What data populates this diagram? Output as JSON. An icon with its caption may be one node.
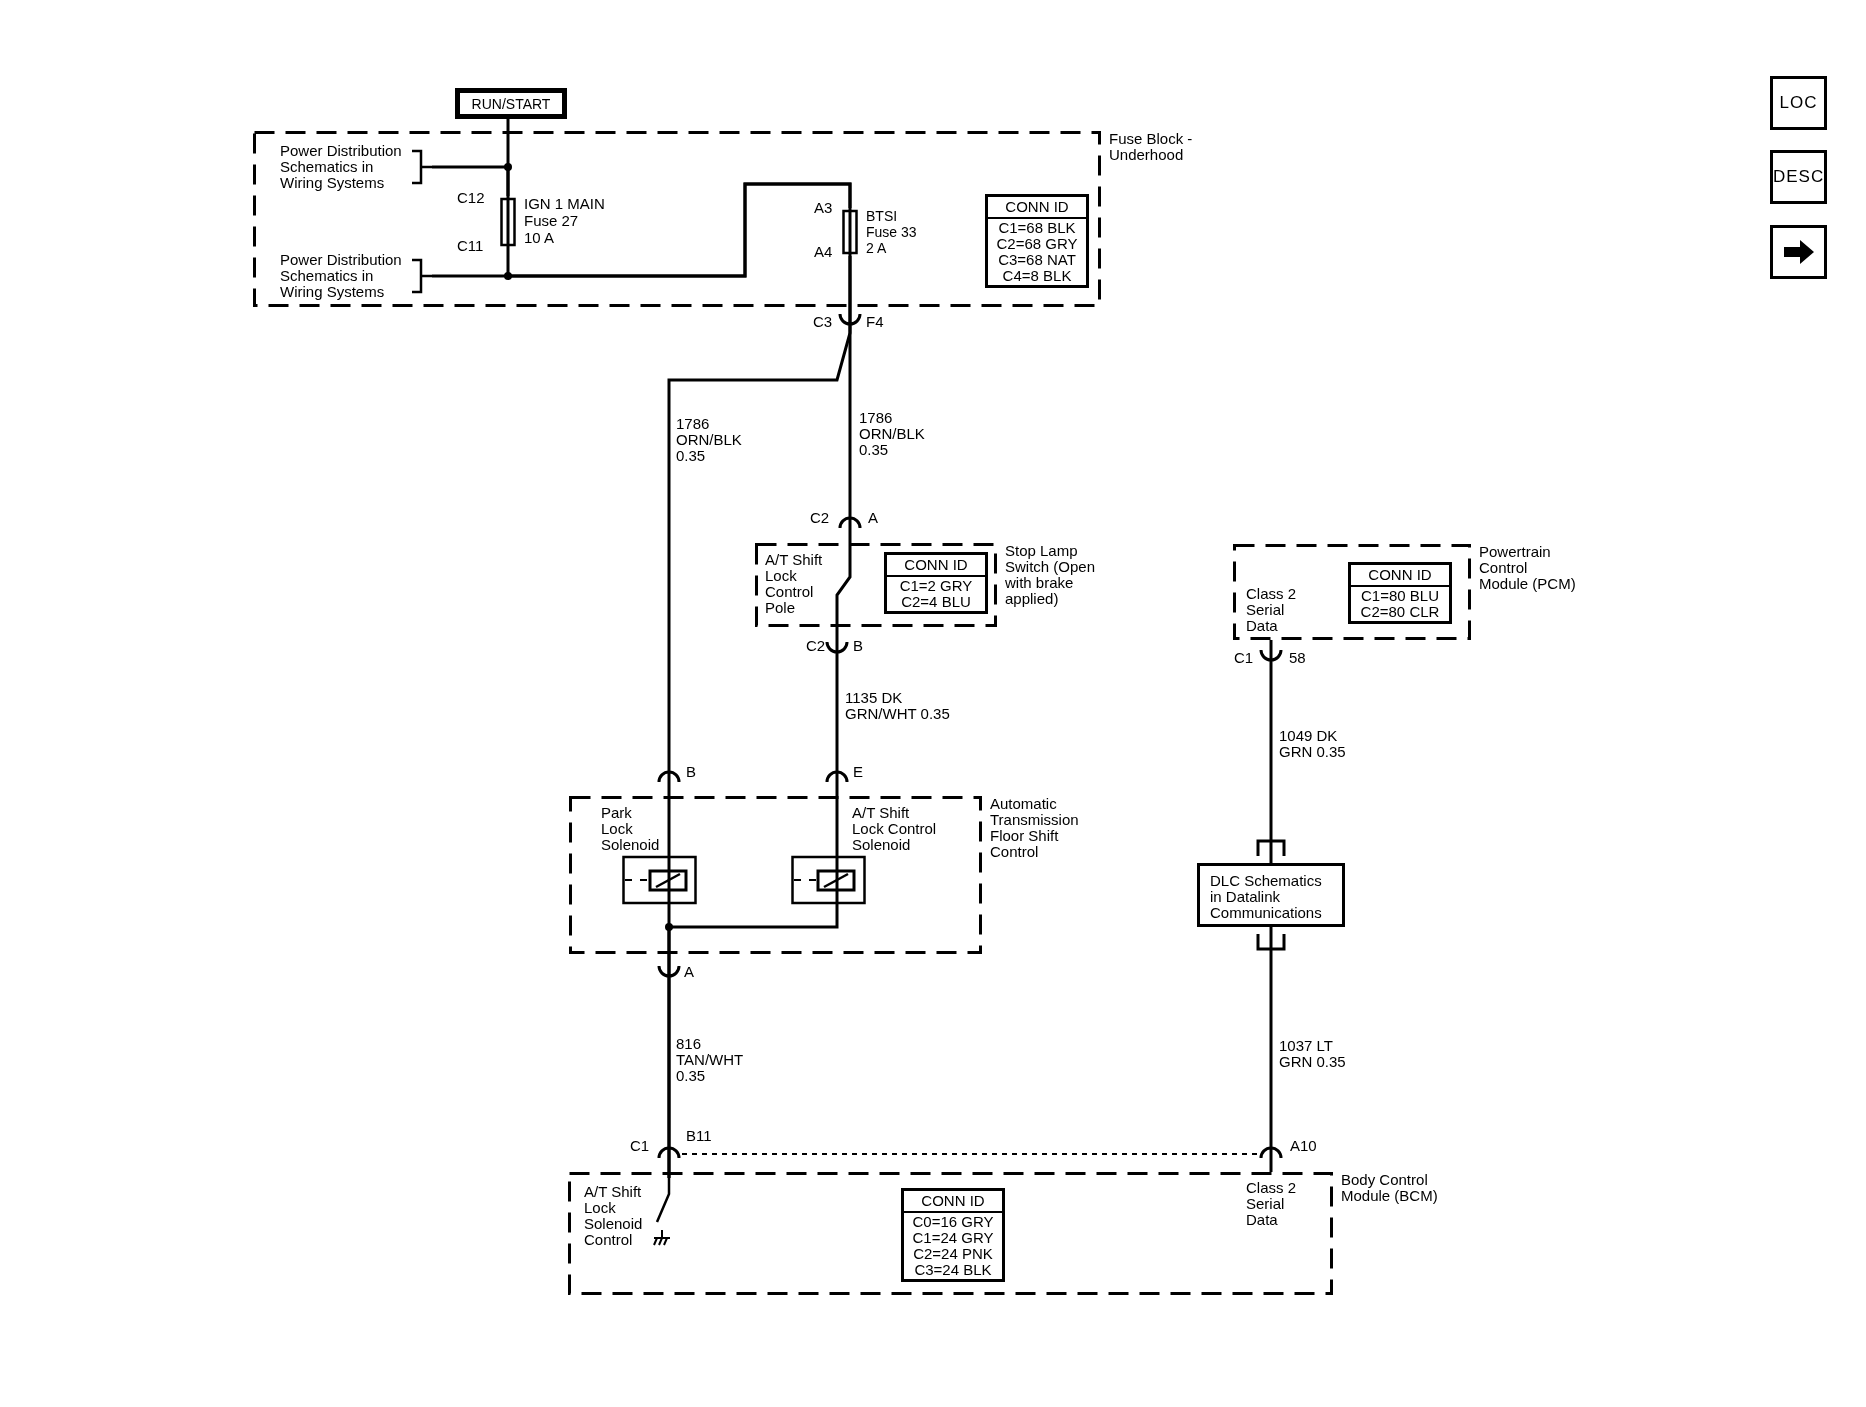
{
  "diagram": {
    "nodes": [
      {
        "text": [
          "RUN/START"
        ]
      },
      {
        "text": [
          "Fuse Block - Underhood"
        ]
      },
      {
        "text": [
          "Power Distribution Schematics in Wiring Systems"
        ],
        "in": 1
      },
      {
        "text": [
          "Power Distribution Schematics in Wiring Systems"
        ],
        "in": 1
      },
      {
        "text": [
          "IGN 1 MAIN",
          "Fuse 27",
          "10 A"
        ],
        "in": 1
      },
      {
        "text": [
          "BTSI",
          "Fuse 33",
          "2 A"
        ],
        "in": 1
      },
      {
        "text": [
          "CONN ID",
          "C1=68 BLK C2=68 GRY C3=68 NAT C4=8 BLK"
        ],
        "in": 1
      },
      {
        "text": [
          "Stop Lamp Switch (Open with brake applied)"
        ]
      },
      {
        "text": [
          "A/T Shift Lock Control Pole"
        ],
        "in": 7
      },
      {
        "text": [
          "CONN ID",
          "C1=2 GRY C2=4 BLU"
        ],
        "in": 7
      },
      {
        "text": [
          "Powertrain Control Module (PCM)"
        ]
      },
      {
        "text": [
          "CONN ID",
          "C1=80 BLU C2=80 CLR"
        ],
        "in": 10
      },
      {
        "text": [
          "DLC Schematics in Datalink Communications"
        ]
      },
      {
        "text": [
          "Automatic Transmission Floor Shift Control"
        ]
      },
      {
        "text": [
          "Park Lock Solenoid"
        ],
        "in": 13
      },
      {
        "text": [
          "A/T Shift Lock Control Solenoid"
        ],
        "in": 13
      },
      {
        "text": [
          "Body Control Module (BCM)"
        ]
      },
      {
        "text": [
          "A/T Shift Lock Solenoid Control"
        ],
        "in": 16
      },
      {
        "text": [
          "CONN ID",
          "C0=16 GRY C1=24 GRY C2=24 PNK C3=24 BLK"
        ],
        "in": 16
      }
    ],
    "edges": [
      {
        "from": 0,
        "to": 4,
        "arrow": "none"
      },
      {
        "from": 2,
        "to": 4,
        "arrow": "none"
      },
      {
        "from": 4,
        "to": 5,
        "arrow": "none"
      },
      {
        "from": 3,
        "to": 5,
        "arrow": "none"
      },
      {
        "from": 5,
        "to": 14,
        "arrow": "none",
        "label": "1786 ORN/BLK 0.35"
      },
      {
        "from": 5,
        "to": 8,
        "arrow": "none",
        "label": "1786 ORN/BLK 0.35"
      },
      {
        "from": 8,
        "to": 15,
        "arrow": "none",
        "label": "1135 DK GRN/WHT 0.35"
      },
      {
        "from": 14,
        "to": 17,
        "arrow": "none",
        "label": "816 TAN/WHT 0.35"
      },
      {
        "from": 15,
        "to": 17,
        "arrow": "none"
      },
      {
        "from": 10,
        "to": 12,
        "arrow": "none",
        "label": "1049 DK GRN 0.35"
      },
      {
        "from": 12,
        "to": 16,
        "arrow": "none",
        "label": "1037 LT GRN 0.35"
      }
    ],
    "labels": [
      "C12",
      "C11",
      "A3",
      "A4",
      "C3",
      "F4",
      "C2",
      "A",
      "Class 2 Serial Data",
      "C2",
      "B",
      "C1",
      "58",
      "B",
      "E",
      "A",
      "C1",
      "B11",
      "A10",
      "Class 2 Serial Data",
      "LOC",
      "DESC"
    ]
  }
}
